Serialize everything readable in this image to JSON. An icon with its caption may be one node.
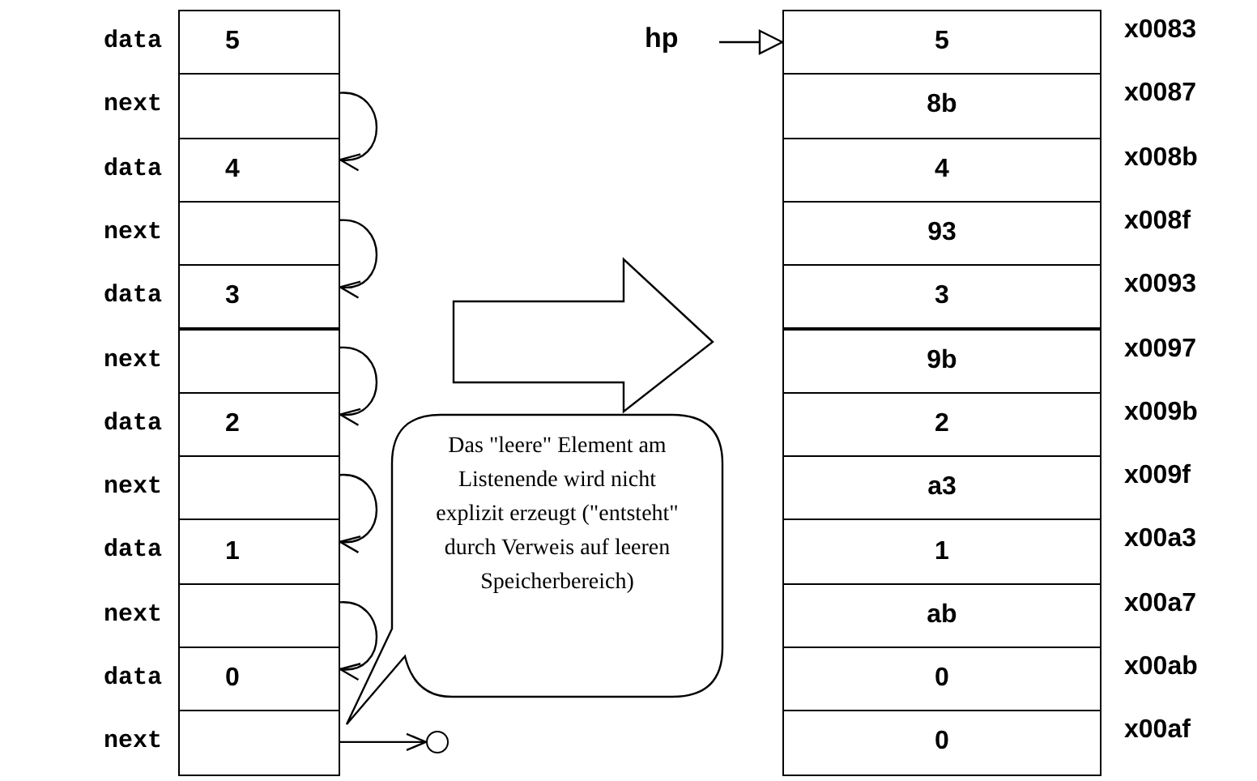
{
  "diagram": {
    "nodes": [
      {
        "text": [
          "5"
        ],
        "beside": [
          "data"
        ]
      },
      {
        "text": [],
        "beside": [
          "next"
        ],
        "shape": "box"
      },
      {
        "text": [
          "4"
        ],
        "beside": [
          "data"
        ]
      },
      {
        "text": [],
        "beside": [
          "next"
        ],
        "shape": "box"
      },
      {
        "text": [
          "3"
        ],
        "beside": [
          "data"
        ]
      },
      {
        "text": [],
        "beside": [
          "next"
        ],
        "shape": "box"
      },
      {
        "text": [
          "2"
        ],
        "beside": [
          "data"
        ]
      },
      {
        "text": [],
        "beside": [
          "next"
        ],
        "shape": "box"
      },
      {
        "text": [
          "1"
        ],
        "beside": [
          "data"
        ]
      },
      {
        "text": [],
        "beside": [
          "next"
        ],
        "shape": "box"
      },
      {
        "text": [
          "0"
        ],
        "beside": [
          "data"
        ]
      },
      {
        "text": [],
        "beside": [
          "next"
        ],
        "shape": "box"
      },
      {
        "text": [],
        "shape": "circle"
      },
      {
        "text": [
          "Das \"leere\" Element am Listenende wird nicht explizit erzeugt (\"entsteht\" durch Verweis auf leeren Speicherbereich)"
        ]
      },
      {
        "text": [
          "hp"
        ]
      },
      {
        "text": [
          "5"
        ],
        "beside": [
          "x0083"
        ]
      },
      {
        "text": [
          "8b"
        ],
        "beside": [
          "x0087"
        ]
      },
      {
        "text": [
          "4"
        ],
        "beside": [
          "x008b"
        ]
      },
      {
        "text": [
          "93"
        ],
        "beside": [
          "x008f"
        ]
      },
      {
        "text": [
          "3"
        ],
        "beside": [
          "x0093"
        ]
      },
      {
        "text": [
          "9b"
        ],
        "beside": [
          "x0097"
        ]
      },
      {
        "text": [
          "2"
        ],
        "beside": [
          "x009b"
        ]
      },
      {
        "text": [
          "a3"
        ],
        "beside": [
          "x009f"
        ]
      },
      {
        "text": [
          "1"
        ],
        "beside": [
          "x00a3"
        ]
      },
      {
        "text": [
          "ab"
        ],
        "beside": [
          "x00a7"
        ]
      },
      {
        "text": [
          "0"
        ],
        "beside": [
          "x00ab"
        ]
      },
      {
        "text": [
          "0"
        ],
        "beside": [
          "x00af"
        ]
      }
    ],
    "edges": [
      {
        "from": 1,
        "to": 2,
        "arrow": "to"
      },
      {
        "from": 3,
        "to": 4,
        "arrow": "to"
      },
      {
        "from": 5,
        "to": 6,
        "arrow": "to"
      },
      {
        "from": 7,
        "to": 8,
        "arrow": "to"
      },
      {
        "from": 9,
        "to": 10,
        "arrow": "to"
      },
      {
        "from": 11,
        "to": 12,
        "arrow": "to"
      },
      {
        "from": 14,
        "to": 15,
        "arrow": "to"
      }
    ]
  }
}
